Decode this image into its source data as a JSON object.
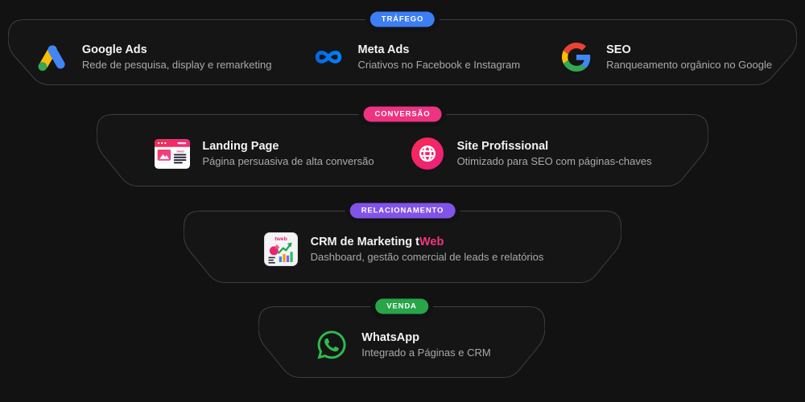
{
  "page": {
    "background": "#121213",
    "outline_color": "#3f3f44"
  },
  "stages": [
    {
      "badge": "TRÁFEGO",
      "badge_color": "#3d7df6",
      "items": [
        {
          "icon": "google-ads-icon",
          "title": "Google Ads",
          "subtitle": "Rede de pesquisa, display e remarketing"
        },
        {
          "icon": "meta-ads-icon",
          "title": "Meta Ads",
          "subtitle": "Criativos no Facebook e Instagram"
        },
        {
          "icon": "google-g-icon",
          "title": "SEO",
          "subtitle": "Ranqueamento orgânico no Google"
        }
      ]
    },
    {
      "badge": "CONVERSÃO",
      "badge_color": "#ee3380",
      "items": [
        {
          "icon": "landing-page-icon",
          "title": "Landing Page",
          "subtitle": "Página persuasiva de alta conversão"
        },
        {
          "icon": "site-globe-icon",
          "title": "Site Profissional",
          "subtitle": "Otimizado para SEO com páginas-chaves"
        }
      ]
    },
    {
      "badge": "RELACIONAMENTO",
      "badge_color": "#8253e9",
      "items": [
        {
          "icon": "crm-tweb-icon",
          "title_parts": [
            {
              "text": "CRM de Marketing t"
            },
            {
              "text": "Web",
              "color": "#f0367f"
            }
          ],
          "subtitle": "Dashboard, gestão comercial de leads e relatórios"
        }
      ]
    },
    {
      "badge": "VENDA",
      "badge_color": "#28a548",
      "items": [
        {
          "icon": "whatsapp-icon",
          "title": "WhatsApp",
          "subtitle": "Integrado a Páginas e CRM"
        }
      ]
    }
  ],
  "colors": {
    "google_blue": "#4285F4",
    "google_red": "#EA4335",
    "google_yellow": "#FBBC05",
    "google_green": "#34A853",
    "meta_blue_start": "#0668E1",
    "meta_blue_end": "#0081FB",
    "tweb_pink": "#E9246E",
    "tweb_pink_light": "#F1578D",
    "whatsapp_green": "#2EBD4D"
  }
}
